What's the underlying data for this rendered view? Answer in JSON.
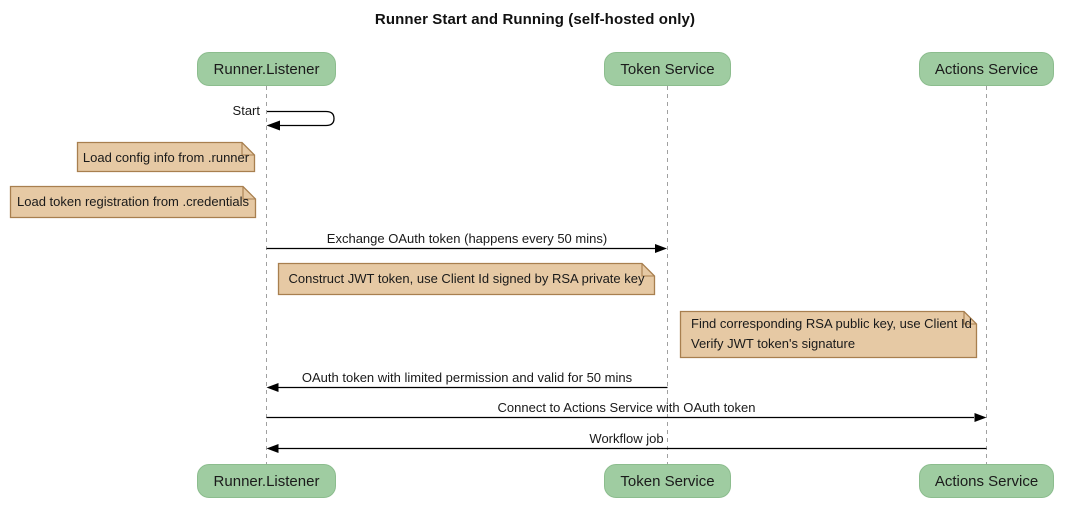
{
  "title": "Runner Start and Running (self-hosted only)",
  "colors": {
    "background": "#FFFFFF",
    "participant_fill": "#9FCCA1",
    "participant_border": "#8CBD8E",
    "note_fill": "#E6C9A4",
    "note_border": "#A87F4F",
    "lifeline": "#A0A0A0",
    "arrow": "#000000",
    "text": "#1A1A1A"
  },
  "participants": [
    {
      "label": "Runner.Listener"
    },
    {
      "label": "Token Service"
    },
    {
      "label": "Actions Service"
    }
  ],
  "messages": [
    {
      "label": "Start",
      "from": "Runner.Listener",
      "to": "Runner.Listener",
      "kind": "self"
    },
    {
      "label": "Exchange OAuth token (happens every 50 mins)",
      "from": "Runner.Listener",
      "to": "Token Service",
      "kind": "solid-arrow"
    },
    {
      "label": "OAuth token with limited permission and valid for 50 mins",
      "from": "Token Service",
      "to": "Runner.Listener",
      "kind": "solid-arrow"
    },
    {
      "label": "Connect to Actions Service with OAuth token",
      "from": "Runner.Listener",
      "to": "Actions Service",
      "kind": "solid-arrow"
    },
    {
      "label": "Workflow job",
      "from": "Actions Service",
      "to": "Runner.Listener",
      "kind": "solid-arrow"
    }
  ],
  "notes": [
    {
      "placement": "left of Runner.Listener",
      "lines": [
        "Load config info from .runner"
      ]
    },
    {
      "placement": "left of Runner.Listener",
      "lines": [
        "Load token registration from .credentials"
      ]
    },
    {
      "placement": "over Runner.Listener and Token Service",
      "lines": [
        "Construct JWT token, use Client Id signed by RSA private key"
      ]
    },
    {
      "placement": "over Token Service and Actions Service",
      "lines": [
        "Find corresponding RSA public key, use Client Id",
        "Verify JWT token's signature"
      ]
    }
  ]
}
